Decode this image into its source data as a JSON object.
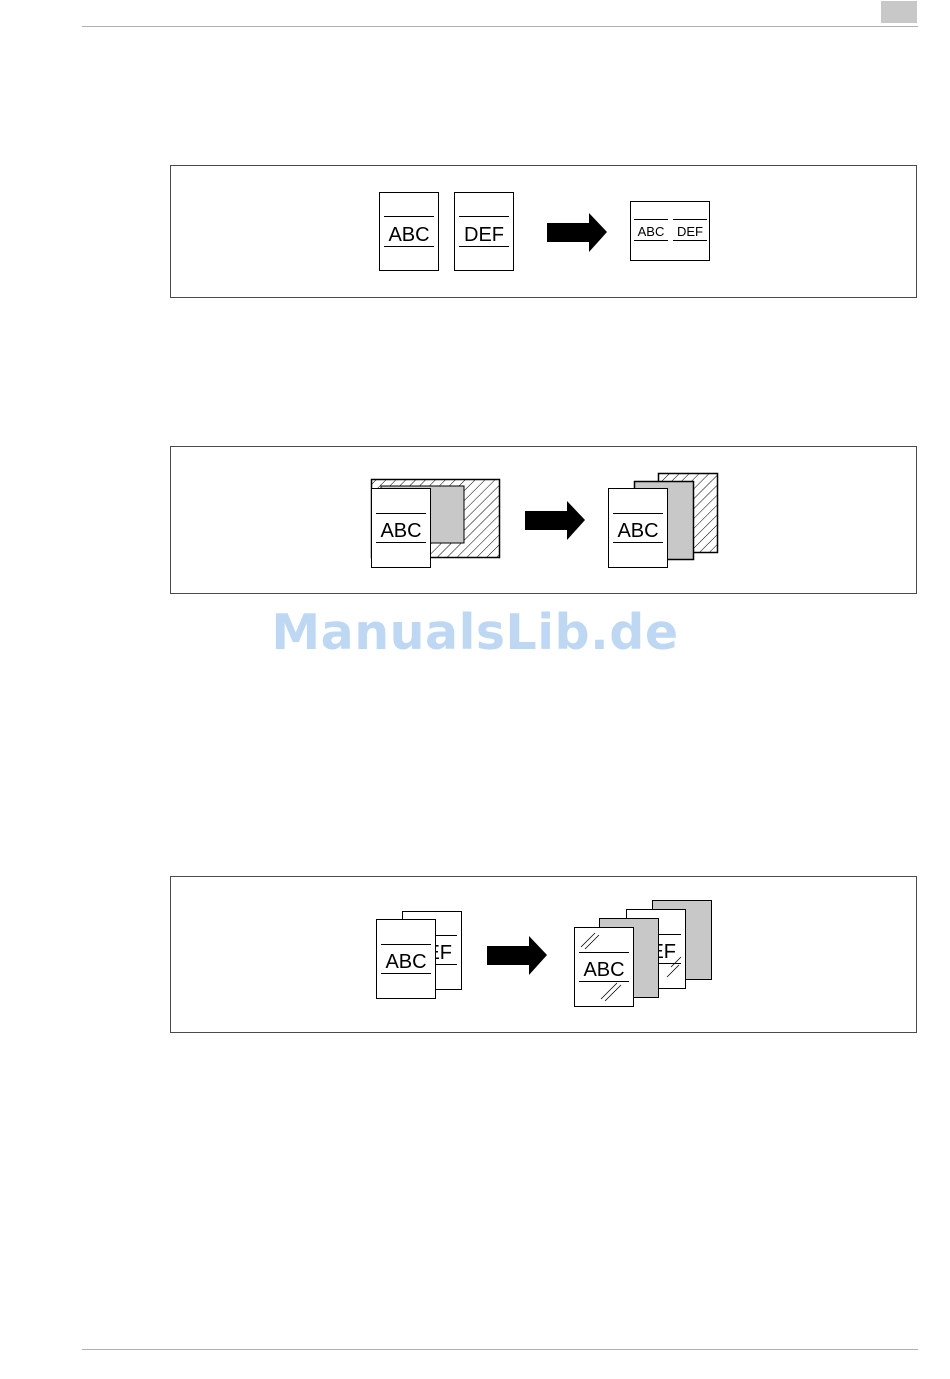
{
  "watermark": "ManualsLib.de",
  "figures": [
    {
      "name": "combine-2in1",
      "originals": [
        "ABC",
        "DEF"
      ],
      "result": [
        "ABC",
        "DEF"
      ]
    },
    {
      "name": "frame-erase",
      "original": "ABC",
      "result": "ABC"
    },
    {
      "name": "overlay",
      "originals": [
        "ABC",
        "DEF"
      ],
      "result": [
        "ABC",
        "DEF"
      ]
    }
  ]
}
